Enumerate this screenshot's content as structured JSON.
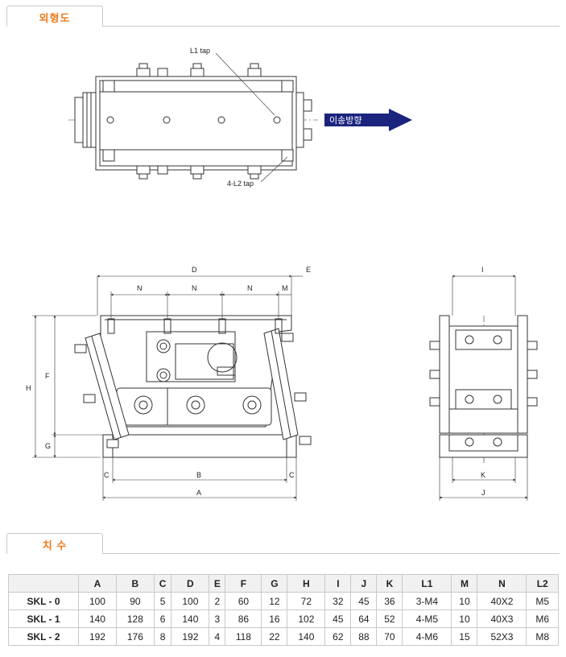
{
  "sections": {
    "outline_title": "외형도",
    "dimensions_title": "치 수"
  },
  "drawing": {
    "labels": {
      "l1_tap": "L1 tap",
      "l2_tap": "4-L2 tap",
      "direction": "이송방향",
      "D": "D",
      "E": "E",
      "N": "N",
      "M": "M",
      "H": "H",
      "F": "F",
      "G": "G",
      "A": "A",
      "B": "B",
      "C": "C",
      "I": "I",
      "J": "J",
      "K": "K"
    },
    "colors": {
      "arrow": "#1a237e",
      "line": "#333333",
      "title": "#f07a1a"
    }
  },
  "table": {
    "columns": [
      "",
      "A",
      "B",
      "C",
      "D",
      "E",
      "F",
      "G",
      "H",
      "I",
      "J",
      "K",
      "L1",
      "M",
      "N",
      "L2"
    ],
    "rows": [
      [
        "SKL - 0",
        "100",
        "90",
        "5",
        "100",
        "2",
        "60",
        "12",
        "72",
        "32",
        "45",
        "36",
        "3-M4",
        "10",
        "40X2",
        "M5"
      ],
      [
        "SKL - 1",
        "140",
        "128",
        "6",
        "140",
        "3",
        "86",
        "16",
        "102",
        "45",
        "64",
        "52",
        "4-M5",
        "10",
        "40X3",
        "M6"
      ],
      [
        "SKL - 2",
        "192",
        "176",
        "8",
        "192",
        "4",
        "118",
        "22",
        "140",
        "62",
        "88",
        "70",
        "4-M6",
        "15",
        "52X3",
        "M8"
      ]
    ]
  }
}
